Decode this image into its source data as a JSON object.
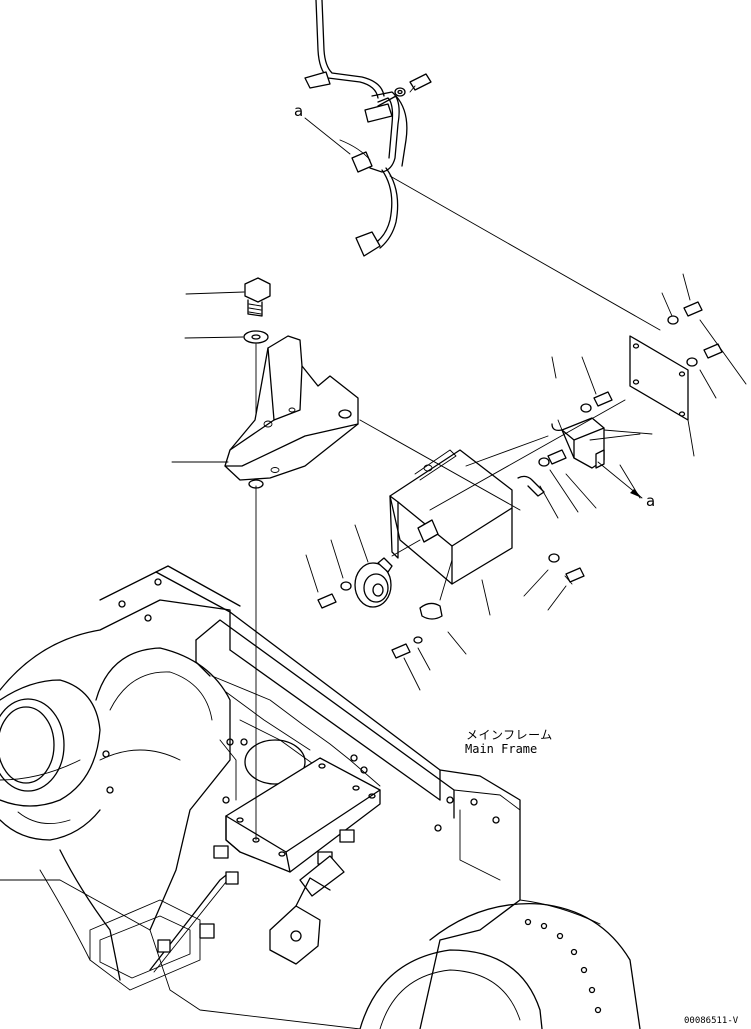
{
  "labels": {
    "main_frame_jp": "メインフレーム",
    "main_frame_en": "Main Frame",
    "callout_a_top": "a",
    "callout_a_right": "a",
    "drawing_id": "00086511-V"
  }
}
